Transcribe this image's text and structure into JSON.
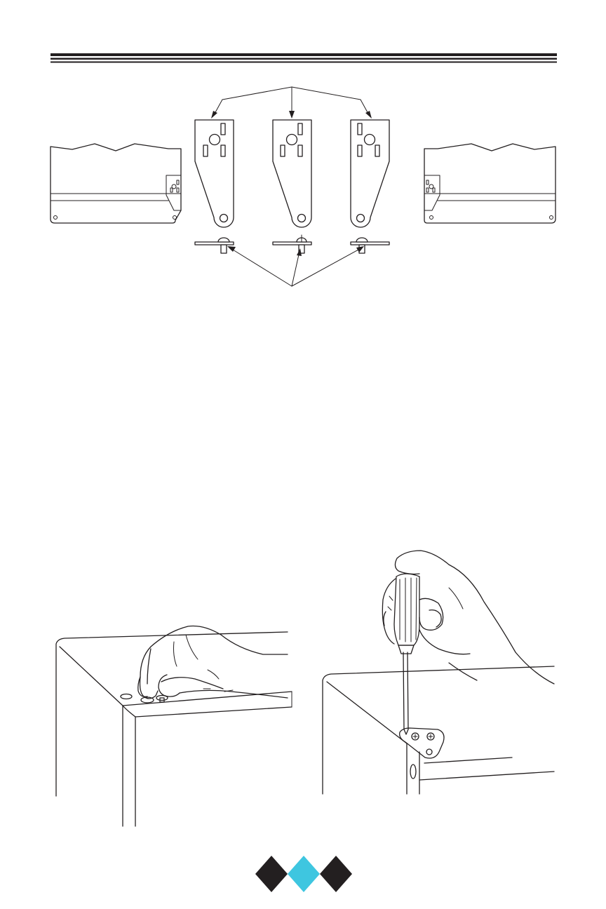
{
  "page": {
    "header_rule": "triple-line",
    "colors": {
      "ink": "#231f20",
      "accent": "#3ec6e0",
      "background": "#ffffff"
    }
  },
  "figures": {
    "hinge_diagram": {
      "parts": [
        "left-door-panel",
        "hinge-plate-left",
        "hinge-plate-center",
        "hinge-plate-right",
        "right-door-panel"
      ],
      "callout_top": "arrows-to-hinge-plates",
      "callout_bottom": "arrows-to-hinge-pins"
    },
    "illustration_left": {
      "subject": "hand-placing-pin-caps-on-cabinet-top"
    },
    "illustration_right": {
      "subject": "hand-screwdriver-fastening-hinge"
    }
  },
  "footer": {
    "logo_icons": [
      "diamond-black-icon",
      "diamond-cyan-icon",
      "diamond-black-icon"
    ]
  }
}
